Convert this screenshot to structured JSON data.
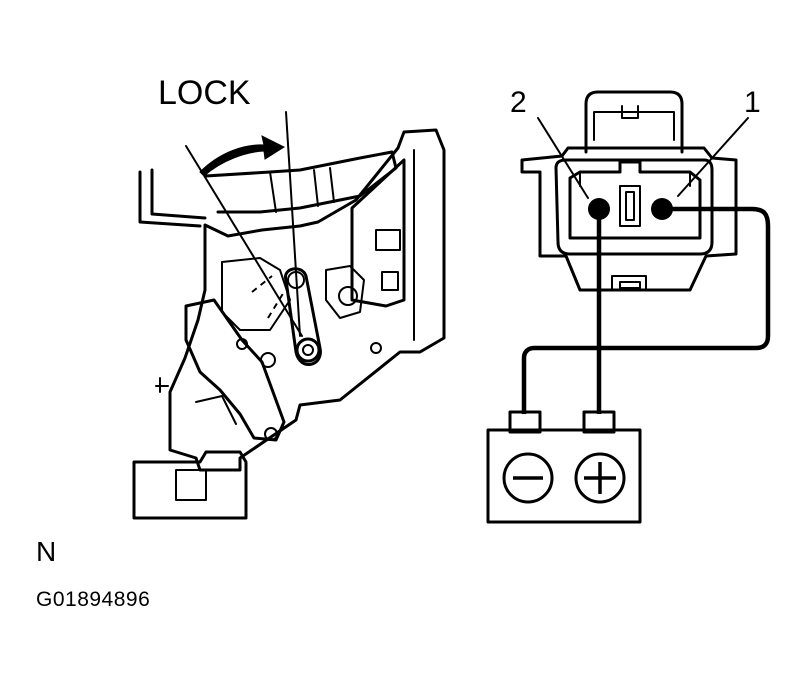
{
  "labels": {
    "lock": "LOCK",
    "pin_2": "2",
    "pin_1": "1",
    "view_letter": "N",
    "figure_id": "G01894896"
  },
  "battery": {
    "negative_symbol": "−",
    "positive_symbol": "+"
  },
  "colors": {
    "ink": "#000000",
    "paper": "#ffffff"
  }
}
